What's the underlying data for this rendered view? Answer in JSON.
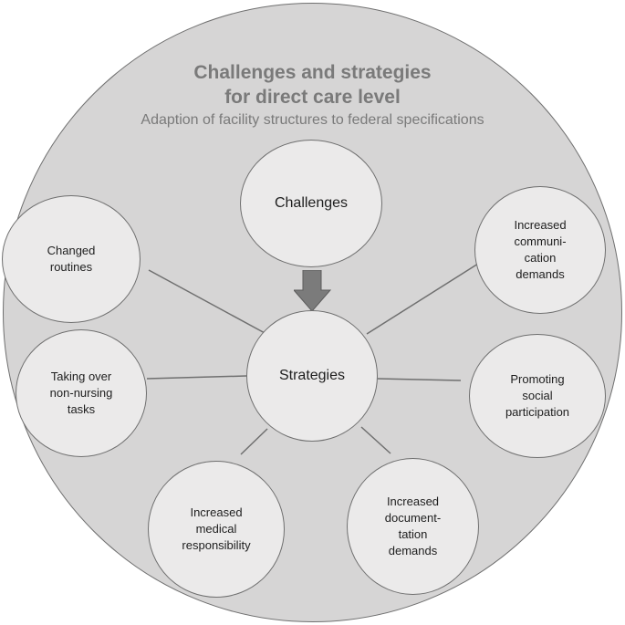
{
  "diagram": {
    "title_line1": "Challenges and strategies",
    "title_line2": "for direct care level",
    "subtitle": "Adaption of facility structures to federal specifications",
    "center_top": "Challenges",
    "center": "Strategies",
    "nodes": {
      "changed_routines": "Changed\nroutines",
      "non_nursing": "Taking over\nnon-nursing\ntasks",
      "medical": "Increased\nmedical\nresponsibility",
      "documentation": "Increased\ndocument-\ntation\ndemands",
      "social": "Promoting\nsocial\nparticipation",
      "communication": "Increased\ncommuni-\ncation\ndemands"
    },
    "colors": {
      "outer_fill": "#d6d5d5",
      "node_fill": "#ebeaea",
      "stroke": "#6f6f6f",
      "arrow": "#7b7b7b",
      "title_text": "#7a7a7a"
    }
  }
}
